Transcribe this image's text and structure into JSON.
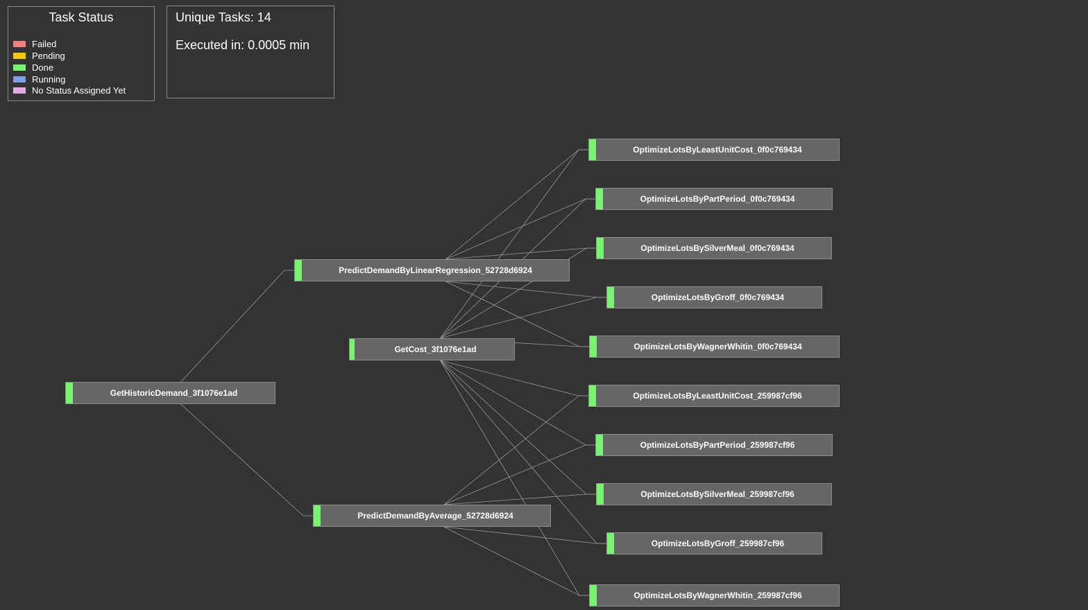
{
  "legend": {
    "title": "Task Status",
    "items": [
      {
        "label": "Failed",
        "color": "#f08080"
      },
      {
        "label": "Pending",
        "color": "#f5c518"
      },
      {
        "label": "Done",
        "color": "#77f56e"
      },
      {
        "label": "Running",
        "color": "#7f9ee6"
      },
      {
        "label": "No Status Assigned Yet",
        "color": "#e5aadf"
      }
    ]
  },
  "stats": {
    "unique_tasks": "Unique Tasks: 14",
    "executed": "Executed in: 0.0005 min"
  },
  "status_colors": {
    "done": "#77f56e"
  },
  "nodes": [
    {
      "id": "hist",
      "label": "GetHistoricDemand_3f1076e1ad",
      "status": "done"
    },
    {
      "id": "lr",
      "label": "PredictDemandByLinearRegression_52728d6924",
      "status": "done"
    },
    {
      "id": "cost",
      "label": "GetCost_3f1076e1ad",
      "status": "done"
    },
    {
      "id": "avg",
      "label": "PredictDemandByAverage_52728d6924",
      "status": "done"
    },
    {
      "id": "o1",
      "label": "OptimizeLotsByLeastUnitCost_0f0c769434",
      "status": "done"
    },
    {
      "id": "o2",
      "label": "OptimizeLotsByPartPeriod_0f0c769434",
      "status": "done"
    },
    {
      "id": "o3",
      "label": "OptimizeLotsBySilverMeal_0f0c769434",
      "status": "done"
    },
    {
      "id": "o4",
      "label": "OptimizeLotsByGroff_0f0c769434",
      "status": "done"
    },
    {
      "id": "o5",
      "label": "OptimizeLotsByWagnerWhitin_0f0c769434",
      "status": "done"
    },
    {
      "id": "o6",
      "label": "OptimizeLotsByLeastUnitCost_259987cf96",
      "status": "done"
    },
    {
      "id": "o7",
      "label": "OptimizeLotsByPartPeriod_259987cf96",
      "status": "done"
    },
    {
      "id": "o8",
      "label": "OptimizeLotsBySilverMeal_259987cf96",
      "status": "done"
    },
    {
      "id": "o9",
      "label": "OptimizeLotsByGroff_259987cf96",
      "status": "done"
    },
    {
      "id": "o10",
      "label": "OptimizeLotsByWagnerWhitin_259987cf96",
      "status": "done"
    }
  ],
  "edges": [
    [
      "hist",
      "lr"
    ],
    [
      "hist",
      "avg"
    ],
    [
      "lr",
      "o1"
    ],
    [
      "lr",
      "o2"
    ],
    [
      "lr",
      "o3"
    ],
    [
      "lr",
      "o4"
    ],
    [
      "lr",
      "o5"
    ],
    [
      "cost",
      "o1"
    ],
    [
      "cost",
      "o2"
    ],
    [
      "cost",
      "o3"
    ],
    [
      "cost",
      "o4"
    ],
    [
      "cost",
      "o5"
    ],
    [
      "cost",
      "o6"
    ],
    [
      "cost",
      "o7"
    ],
    [
      "cost",
      "o8"
    ],
    [
      "cost",
      "o9"
    ],
    [
      "cost",
      "o10"
    ],
    [
      "avg",
      "o6"
    ],
    [
      "avg",
      "o7"
    ],
    [
      "avg",
      "o8"
    ],
    [
      "avg",
      "o9"
    ],
    [
      "avg",
      "o10"
    ]
  ]
}
